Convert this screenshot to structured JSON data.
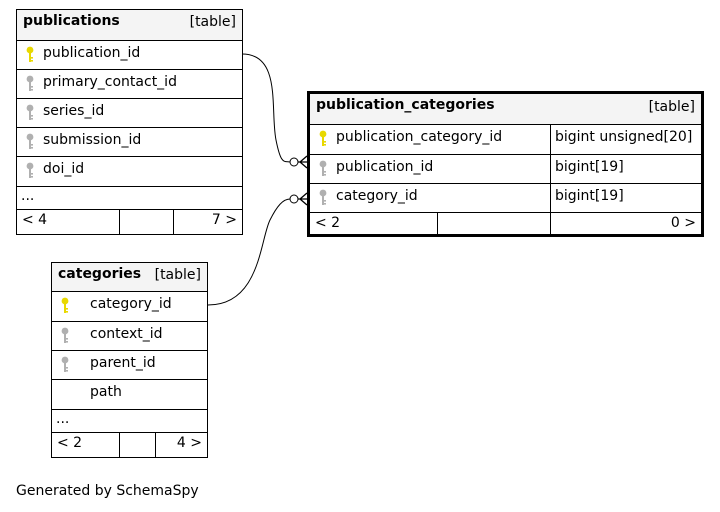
{
  "tables": {
    "publications": {
      "name": "publications",
      "kind": "[table]",
      "columns": [
        {
          "name": "publication_id",
          "key": "primary"
        },
        {
          "name": "primary_contact_id",
          "key": "foreign"
        },
        {
          "name": "series_id",
          "key": "foreign"
        },
        {
          "name": "submission_id",
          "key": "foreign"
        },
        {
          "name": "doi_id",
          "key": "foreign"
        }
      ],
      "ellipsis": "...",
      "nav": {
        "left": "< 4",
        "right": "7 >"
      }
    },
    "publication_categories": {
      "name": "publication_categories",
      "kind": "[table]",
      "columns": [
        {
          "name": "publication_category_id",
          "type": "bigint unsigned[20]",
          "key": "primary"
        },
        {
          "name": "publication_id",
          "type": "bigint[19]",
          "key": "foreign"
        },
        {
          "name": "category_id",
          "type": "bigint[19]",
          "key": "foreign"
        }
      ],
      "nav": {
        "left": "< 2",
        "right": "0 >"
      }
    },
    "categories": {
      "name": "categories",
      "kind": "[table]",
      "columns": [
        {
          "name": "category_id",
          "key": "primary"
        },
        {
          "name": "context_id",
          "key": "foreign"
        },
        {
          "name": "parent_id",
          "key": "foreign"
        },
        {
          "name": "path",
          "key": "none"
        }
      ],
      "ellipsis": "...",
      "nav": {
        "left": "< 2",
        "right": "4 >"
      }
    }
  },
  "relationships": [
    {
      "from": "publications.publication_id",
      "to": "publication_categories.publication_id"
    },
    {
      "from": "categories.category_id",
      "to": "publication_categories.category_id"
    }
  ],
  "colors": {
    "primary_key": "#e8d800",
    "foreign_key": "#b0b0b0",
    "header_bg": "#f4f4f4"
  },
  "footer": "Generated by SchemaSpy"
}
